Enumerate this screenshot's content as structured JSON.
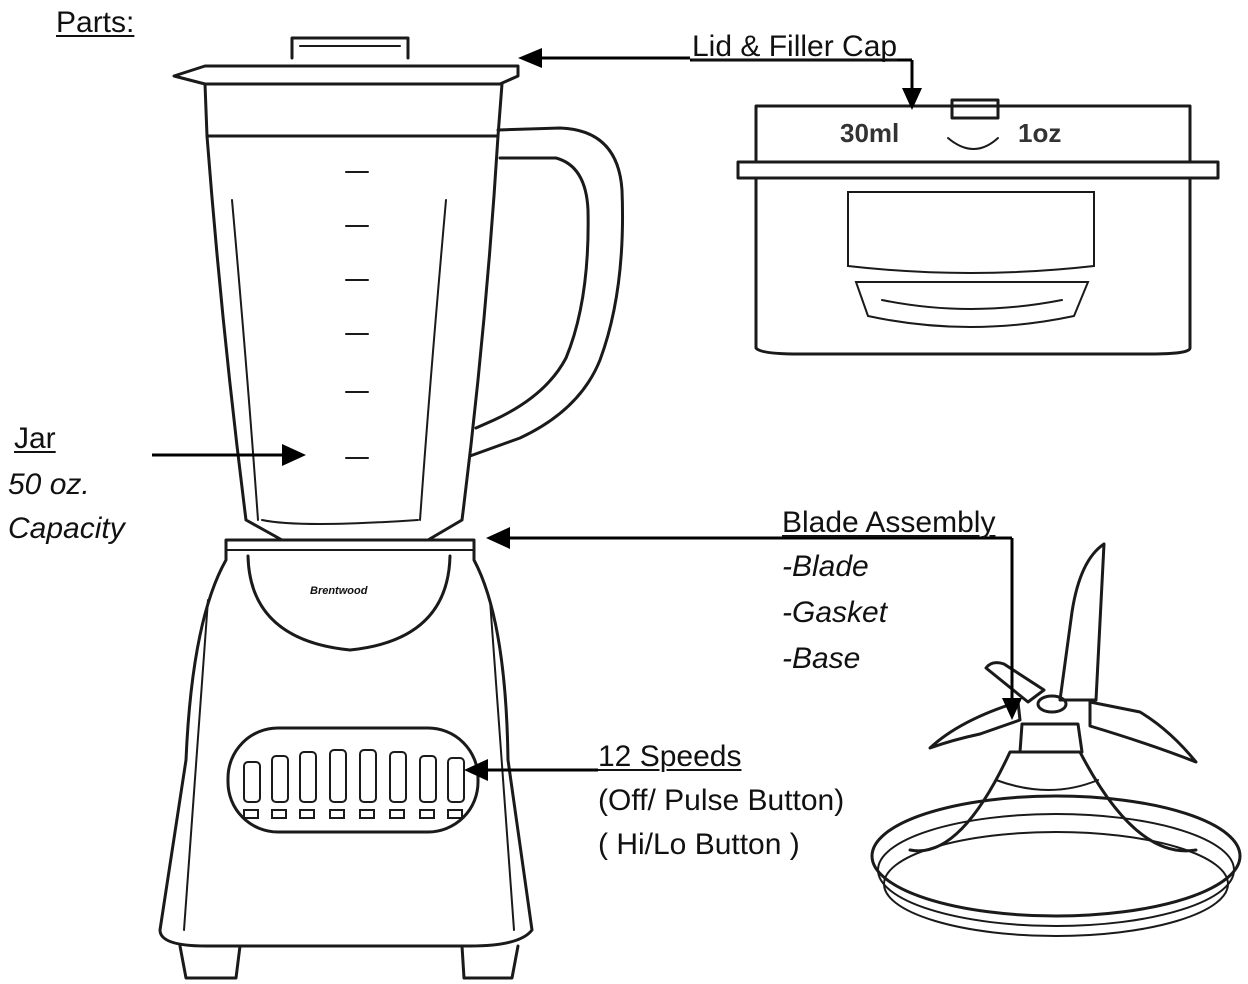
{
  "heading": "Parts:",
  "labels": {
    "lid": "Lid & Filler Cap",
    "jar_title": "Jar",
    "jar_cap1": "50 oz.",
    "jar_cap2": "Capacity",
    "blade_title": "Blade Assembly",
    "blade_1": "-Blade",
    "blade_2": "-Gasket",
    "blade_3": "-Base",
    "speeds_title": "12 Speeds",
    "speeds_1": "(Off/ Pulse Button)",
    "speeds_2": "( Hi/Lo Button )"
  },
  "lid_markings": {
    "left": "30ml",
    "right": "1oz"
  },
  "brand_logo": "Brentwood",
  "colors": {
    "ink": "#1a1a1a",
    "background": "#ffffff"
  }
}
